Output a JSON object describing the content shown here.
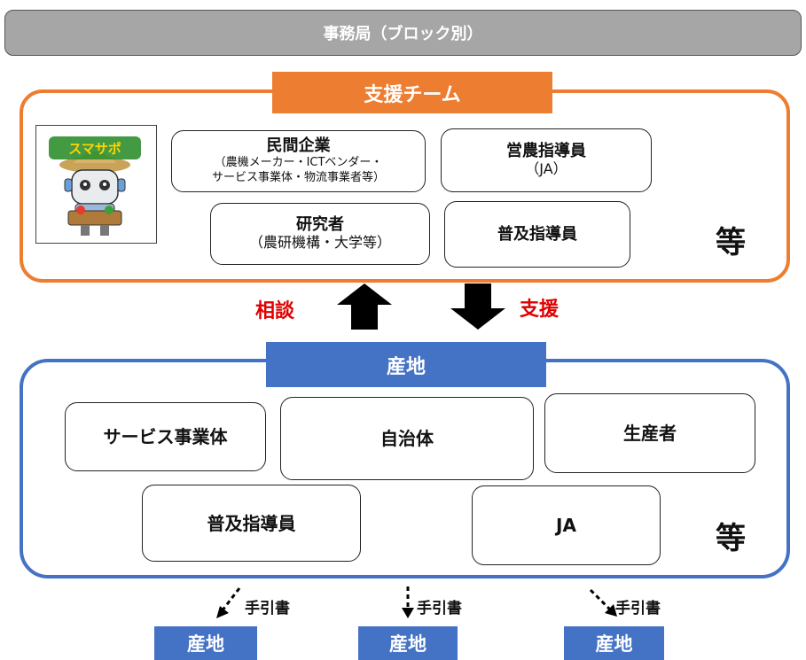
{
  "secretariat": {
    "label": "事務局（ブロック別）"
  },
  "support_team": {
    "title": "支援チーム",
    "members": {
      "private_companies": {
        "name": "民間企業",
        "detail": "（農機メーカー・ICTベンダー・\nサービス事業体・物流事業者等）"
      },
      "agri_advisors": {
        "name": "営農指導員",
        "detail": "（JA）"
      },
      "researchers": {
        "name": "研究者",
        "detail": "（農研機構・大学等）"
      },
      "extension_advisors": {
        "name": "普及指導員"
      }
    },
    "etc": "等",
    "mascot_text": "スマサポ"
  },
  "flow": {
    "consult": "相談",
    "support": "支援"
  },
  "production_area": {
    "title": "産地",
    "members": {
      "service_providers": "サービス事業体",
      "local_government": "自治体",
      "producers": "生産者",
      "extension_advisors": "普及指導員",
      "ja": "JA"
    },
    "etc": "等"
  },
  "outputs": {
    "manual_label": "手引書",
    "area_label": "産地"
  },
  "colors": {
    "orange": "#ed7d31",
    "blue": "#4472c4",
    "gray": "#a6a6a6",
    "red": "#e00000"
  }
}
